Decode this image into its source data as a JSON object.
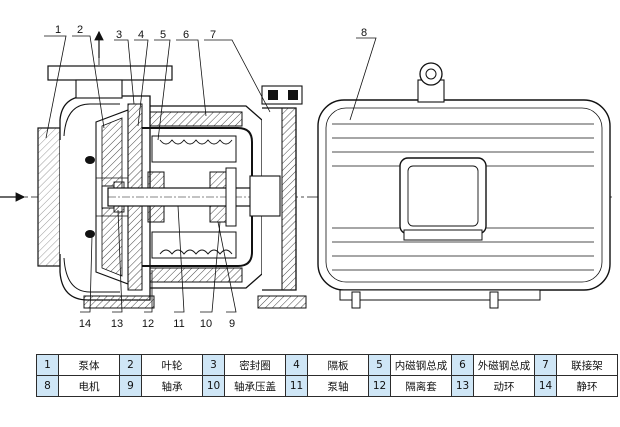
{
  "callouts": [
    {
      "n": "1"
    },
    {
      "n": "2"
    },
    {
      "n": "3"
    },
    {
      "n": "4"
    },
    {
      "n": "5"
    },
    {
      "n": "6"
    },
    {
      "n": "7"
    },
    {
      "n": "8"
    },
    {
      "n": "14"
    },
    {
      "n": "13"
    },
    {
      "n": "12"
    },
    {
      "n": "11"
    },
    {
      "n": "10"
    },
    {
      "n": "9"
    }
  ],
  "legend": {
    "rows": [
      [
        {
          "num": "1",
          "name": "泵体"
        },
        {
          "num": "2",
          "name": "叶轮"
        },
        {
          "num": "3",
          "name": "密封圈"
        },
        {
          "num": "4",
          "name": "隔板"
        },
        {
          "num": "5",
          "name": "内磁钢总成"
        },
        {
          "num": "6",
          "name": "外磁钢总成"
        },
        {
          "num": "7",
          "name": "联接架"
        }
      ],
      [
        {
          "num": "8",
          "name": "电机"
        },
        {
          "num": "9",
          "name": "轴承"
        },
        {
          "num": "10",
          "name": "轴承压盖"
        },
        {
          "num": "11",
          "name": "泵轴"
        },
        {
          "num": "12",
          "name": "隔离套"
        },
        {
          "num": "13",
          "name": "动环"
        },
        {
          "num": "14",
          "name": "静环"
        }
      ]
    ]
  }
}
